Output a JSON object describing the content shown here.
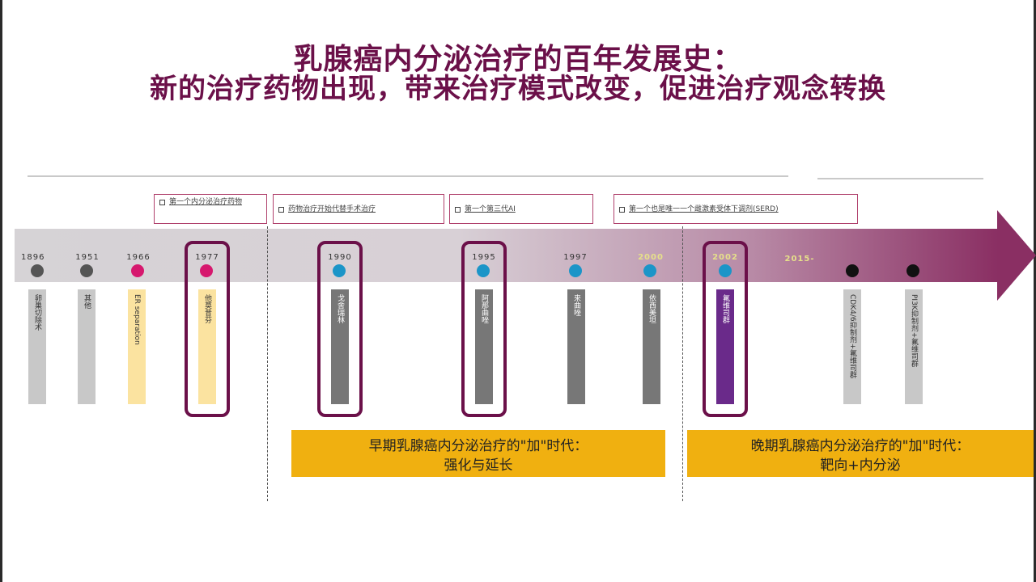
{
  "title": {
    "line1": "乳腺癌内分泌治疗的百年发展史：",
    "line2": "新的治疗药物出现，带来治疗模式改变，促进治疗观念转换"
  },
  "notes": [
    {
      "text": "第一个内分泌治疗药物"
    },
    {
      "text": "药物治疗开始代替手术治疗"
    },
    {
      "text": "第一个第三代AI"
    },
    {
      "text": "第一个也是唯一一个雌激素受体下调剂(SERD)"
    }
  ],
  "milestones": [
    {
      "year": "1896",
      "bar_label": "卵巢切除术",
      "dot_color": "#555555",
      "bar_color": "#c8c8c8"
    },
    {
      "year": "1951",
      "bar_label": "其他",
      "dot_color": "#555555",
      "bar_color": "#c8c8c8"
    },
    {
      "year": "1966",
      "bar_label": "ER separation",
      "dot_color": "#d6186e",
      "bar_color": "#fbe3a0"
    },
    {
      "year": "1977",
      "bar_label": "他莫昔芬",
      "dot_color": "#d6186e",
      "bar_color": "#fbe3a0"
    },
    {
      "year": "1990",
      "bar_label": "戈舍瑞林",
      "dot_color": "#1b95c8",
      "bar_color": "#777777"
    },
    {
      "year": "1995",
      "bar_label": "阿那曲唑",
      "dot_color": "#1b95c8",
      "bar_color": "#777777"
    },
    {
      "year": "1997",
      "bar_label": "来曲唑",
      "dot_color": "#1b95c8",
      "bar_color": "#777777"
    },
    {
      "year": "2000",
      "bar_label": "依西美坦",
      "dot_color": "#1b95c8",
      "bar_color": "#777777"
    },
    {
      "year": "2002",
      "bar_label": "氟维司群",
      "dot_color": "#1b95c8",
      "bar_color": "#6a2a8a"
    },
    {
      "year": "2015-",
      "bar_label": "CDK4/6抑制剂+氟维司群",
      "dot_color": "#111111",
      "bar_color": "#c8c8c8"
    },
    {
      "year": "",
      "bar_label": "PI3K抑制剂+氟维司群",
      "dot_color": "#111111",
      "bar_color": "#c8c8c8"
    }
  ],
  "eras": [
    {
      "line1": "早期乳腺癌内分泌治疗的\"加\"时代：",
      "line2": "强化与延长"
    },
    {
      "line1": "晚期乳腺癌内分泌治疗的\"加\"时代：",
      "line2": "靶向+内分泌"
    }
  ]
}
